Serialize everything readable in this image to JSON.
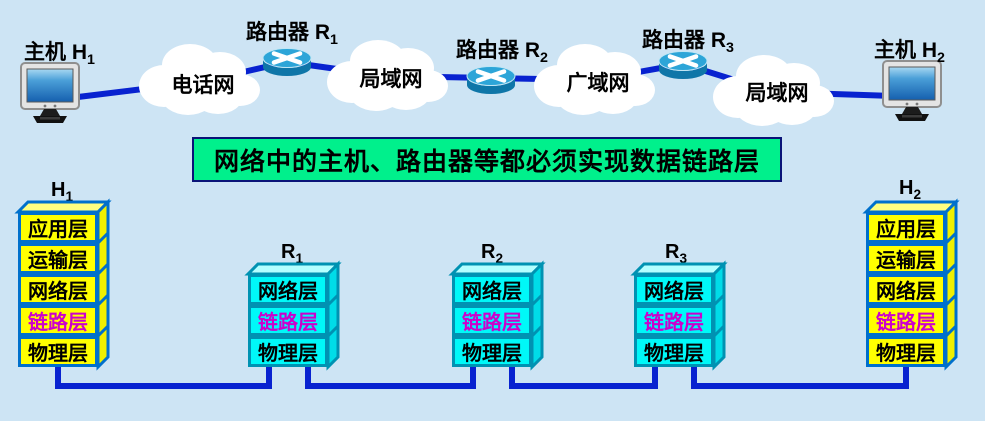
{
  "colors": {
    "bg": "#cde4f4",
    "text": "#000000",
    "link": "#0822d0",
    "yellow_face": "#ffff00",
    "yellow_top": "#ffff80",
    "yellow_side": "#f0f000",
    "yellow_border": "#0070cc",
    "cyan_face": "#00f8f8",
    "cyan_top": "#b3ffff",
    "cyan_side": "#00dce8",
    "cyan_border": "#0092b2",
    "highlight": "#cc00cc",
    "banner_bg": "#00f08c",
    "banner_border": "#0a1478"
  },
  "banner": {
    "text": "网络中的主机、路由器等都必须实现数据链路层"
  },
  "top_row": {
    "host1_label": "主机 H",
    "host1_sub": "1",
    "router1_label": "路由器 R",
    "router1_sub": "1",
    "router2_label": "路由器 R",
    "router2_sub": "2",
    "router3_label": "路由器 R",
    "router3_sub": "3",
    "host2_label": "主机 H",
    "host2_sub": "2",
    "clouds": [
      "电话网",
      "局域网",
      "广域网",
      "局域网"
    ]
  },
  "stacks": {
    "h1": {
      "label": "H",
      "sub": "1",
      "layers": [
        "应用层",
        "运输层",
        "网络层",
        "链路层",
        "物理层"
      ]
    },
    "r1": {
      "label": "R",
      "sub": "1",
      "layers": [
        "网络层",
        "链路层",
        "物理层"
      ]
    },
    "r2": {
      "label": "R",
      "sub": "2",
      "layers": [
        "网络层",
        "链路层",
        "物理层"
      ]
    },
    "r3": {
      "label": "R",
      "sub": "3",
      "layers": [
        "网络层",
        "链路层",
        "物理层"
      ]
    },
    "h2": {
      "label": "H",
      "sub": "2",
      "layers": [
        "应用层",
        "运输层",
        "网络层",
        "链路层",
        "物理层"
      ]
    }
  }
}
